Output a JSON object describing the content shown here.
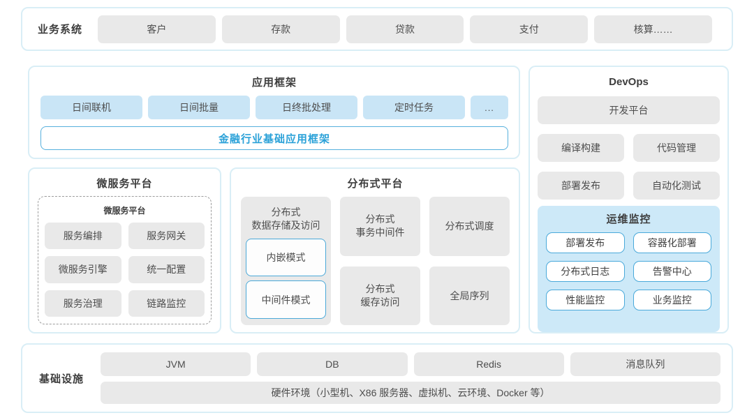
{
  "business_systems": {
    "label": "业务系统",
    "items": [
      "客户",
      "存款",
      "贷款",
      "支付",
      "核算……"
    ]
  },
  "app_framework": {
    "title": "应用框架",
    "items": [
      "日间联机",
      "日间批量",
      "日终批处理",
      "定时任务",
      "..."
    ],
    "base_framework": "金融行业基础应用框架"
  },
  "microservice_platform": {
    "title": "微服务平台",
    "inner_title": "微服务平台",
    "items": [
      "服务编排",
      "服务网关",
      "微服务引擎",
      "统一配置",
      "服务治理",
      "链路监控"
    ]
  },
  "distributed_platform": {
    "title": "分布式平台",
    "storage": {
      "label": "分布式\n数据存储及访问",
      "modes": [
        "内嵌模式",
        "中间件模式"
      ]
    },
    "middle_items": [
      "分布式\n事务中间件",
      "分布式\n缓存访问"
    ],
    "right_items": [
      "分布式调度",
      "全局序列"
    ]
  },
  "devops": {
    "title": "DevOps",
    "dev_platform": "开发平台",
    "items": [
      "编译构建",
      "代码管理",
      "部署发布",
      "自动化测试"
    ],
    "ops_monitoring": {
      "title": "运维监控",
      "items": [
        "部署发布",
        "容器化部署",
        "分布式日志",
        "告警中心",
        "性能监控",
        "业务监控"
      ]
    }
  },
  "infrastructure": {
    "label": "基础设施",
    "items": [
      "JVM",
      "DB",
      "Redis",
      "消息队列"
    ],
    "hardware": "硬件环境（小型机、X86 服务器、虚拟机、云环境、Docker 等）"
  },
  "colors": {
    "container_border": "#d9eef6",
    "gray_block": "#e9e9e9",
    "blue_block": "#c9e5f6",
    "monitor_bg": "#cde9f8",
    "accent_border": "#49a9da",
    "accent_text": "#2aa1d8",
    "text": "#4a4a4a"
  }
}
